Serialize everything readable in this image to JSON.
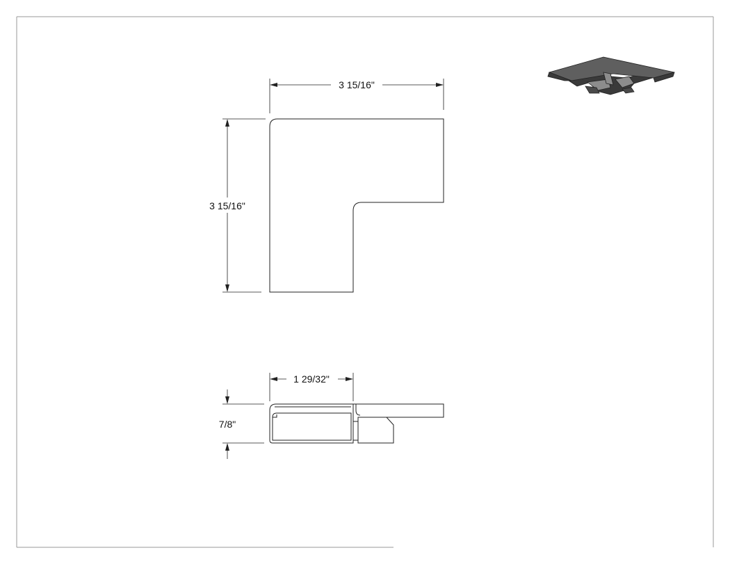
{
  "drawing": {
    "dimensions": {
      "top_width": "3 15/16\"",
      "left_height": "3 15/16\"",
      "section_width": "1 29/32\"",
      "section_height": "7/8\""
    },
    "iso_view": {
      "shade": "#5f5f5f",
      "dark": "#3a3a3a",
      "light": "#8c8c8c"
    }
  }
}
